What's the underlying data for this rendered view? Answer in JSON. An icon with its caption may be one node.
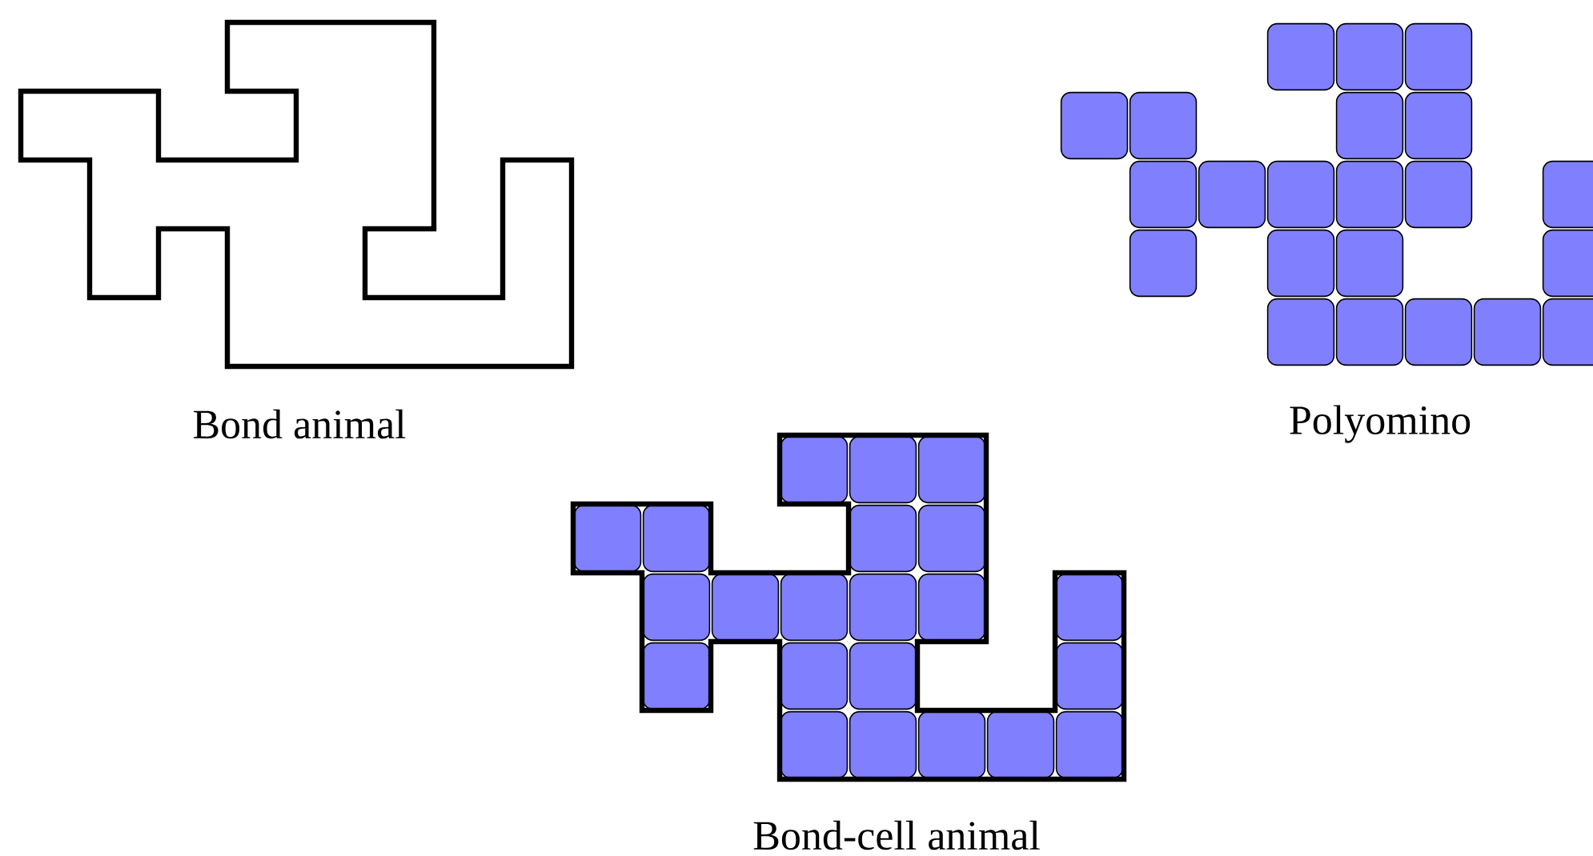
{
  "diagram": {
    "labels": [
      "Bond animal",
      "Polyomino",
      "Bond-cell animal"
    ]
  }
}
